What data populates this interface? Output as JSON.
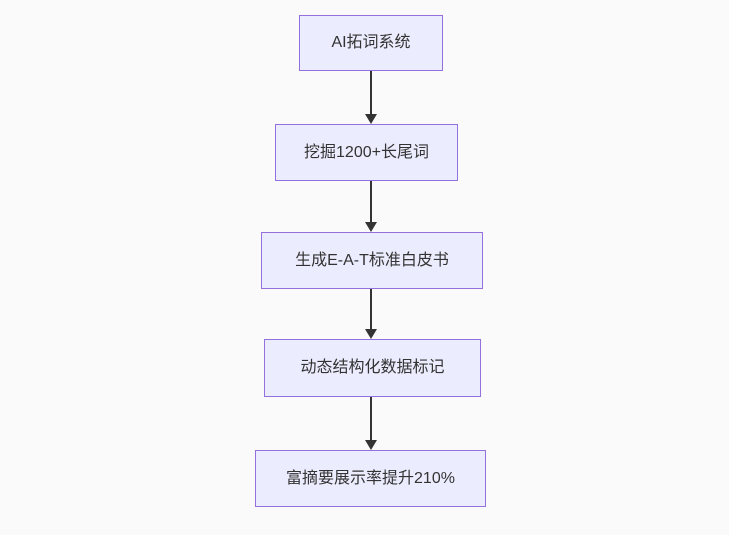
{
  "diagram": {
    "type": "flowchart-top-down",
    "colors": {
      "background": "#fafafa",
      "node_fill": "#ECECFF",
      "node_border": "#9370DB",
      "arrow": "#333333",
      "text": "#333333"
    },
    "nodes": [
      {
        "id": "node-1",
        "label": "AI拓词系统"
      },
      {
        "id": "node-2",
        "label": "挖掘1200+长尾词"
      },
      {
        "id": "node-3",
        "label": "生成E-A-T标准白皮书"
      },
      {
        "id": "node-4",
        "label": "动态结构化数据标记"
      },
      {
        "id": "node-5",
        "label": "富摘要展示率提升210%"
      }
    ],
    "edges": [
      {
        "from": "node-1",
        "to": "node-2",
        "style": "arrow-down"
      },
      {
        "from": "node-2",
        "to": "node-3",
        "style": "arrow-down"
      },
      {
        "from": "node-3",
        "to": "node-4",
        "style": "arrow-down"
      },
      {
        "from": "node-4",
        "to": "node-5",
        "style": "arrow-down"
      }
    ]
  }
}
